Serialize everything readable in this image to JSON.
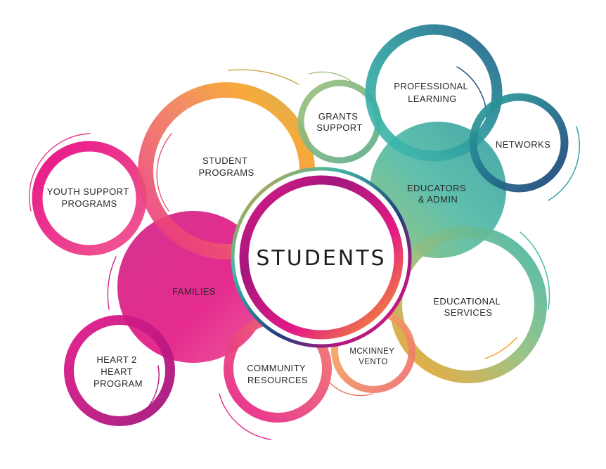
{
  "diagram": {
    "center_label": "STUDENTS",
    "nodes": {
      "youth_support_programs": [
        "YOUTH SUPPORT",
        "PROGRAMS"
      ],
      "student_programs": [
        "STUDENT",
        "PROGRAMS"
      ],
      "grants_support": [
        "GRANTS",
        "SUPPORT"
      ],
      "professional_learning": [
        "PROFESSIONAL",
        "LEARNING"
      ],
      "networks": [
        "NETWORKS"
      ],
      "educators_admin": [
        "EDUCATORS",
        "& ADMIN"
      ],
      "families": [
        "FAMILIES"
      ],
      "educational_services": [
        "EDUCATIONAL",
        "SERVICES"
      ],
      "heart_2_heart_program": [
        "HEART 2",
        "HEART",
        "PROGRAM"
      ],
      "community_resources": [
        "COMMUNITY",
        "RESOURCES"
      ],
      "mckinney_vento": [
        "MCKINNEY",
        "VENTO"
      ]
    },
    "colors": {
      "magenta": "#e0198a",
      "pink": "#ec4f8f",
      "purple": "#b3177f",
      "orange": "#f6a024",
      "coral": "#f07260",
      "teal": "#3fb7a6",
      "navy": "#1e4b7e",
      "green": "#8cbf72"
    }
  }
}
